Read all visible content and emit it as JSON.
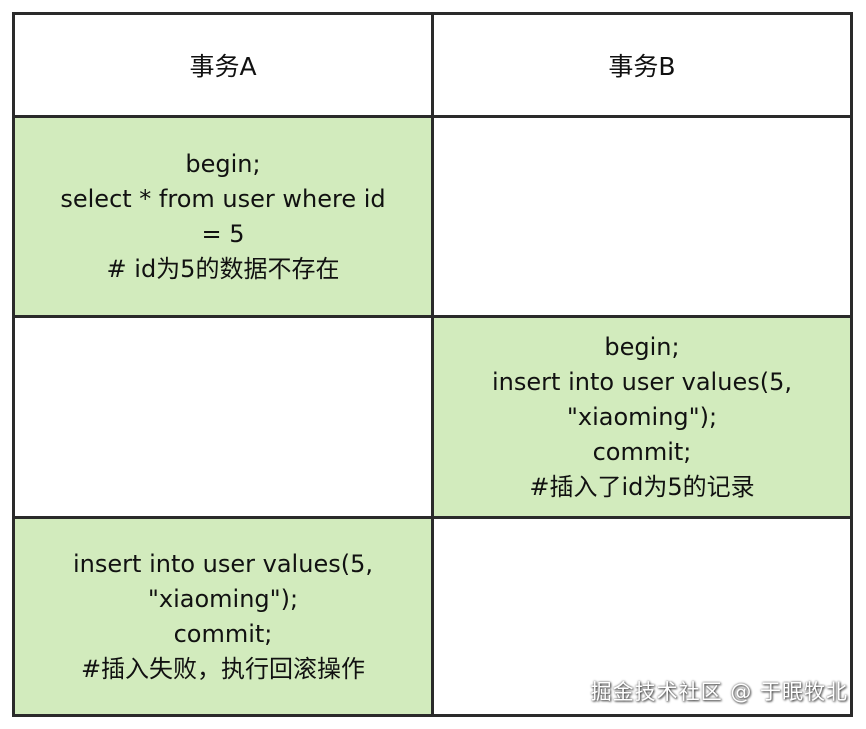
{
  "headers": {
    "a": "事务A",
    "b": "事务B"
  },
  "rows": [
    {
      "a": "begin;\nselect * from user where id\n= 5\n# id为5的数据不存在",
      "b": ""
    },
    {
      "a": "",
      "b": "begin;\ninsert into user values(5,\n\"xiaoming\");\ncommit;\n#插入了id为5的记录"
    },
    {
      "a": "insert into user values(5,\n\"xiaoming\");\ncommit;\n#插入失败，执行回滚操作",
      "b": ""
    }
  ],
  "colors": {
    "highlight": "#d2ebbd",
    "border": "#2a2a2a",
    "background": "#ffffff"
  },
  "watermark": "掘金技术社区 @ 于眠牧北"
}
